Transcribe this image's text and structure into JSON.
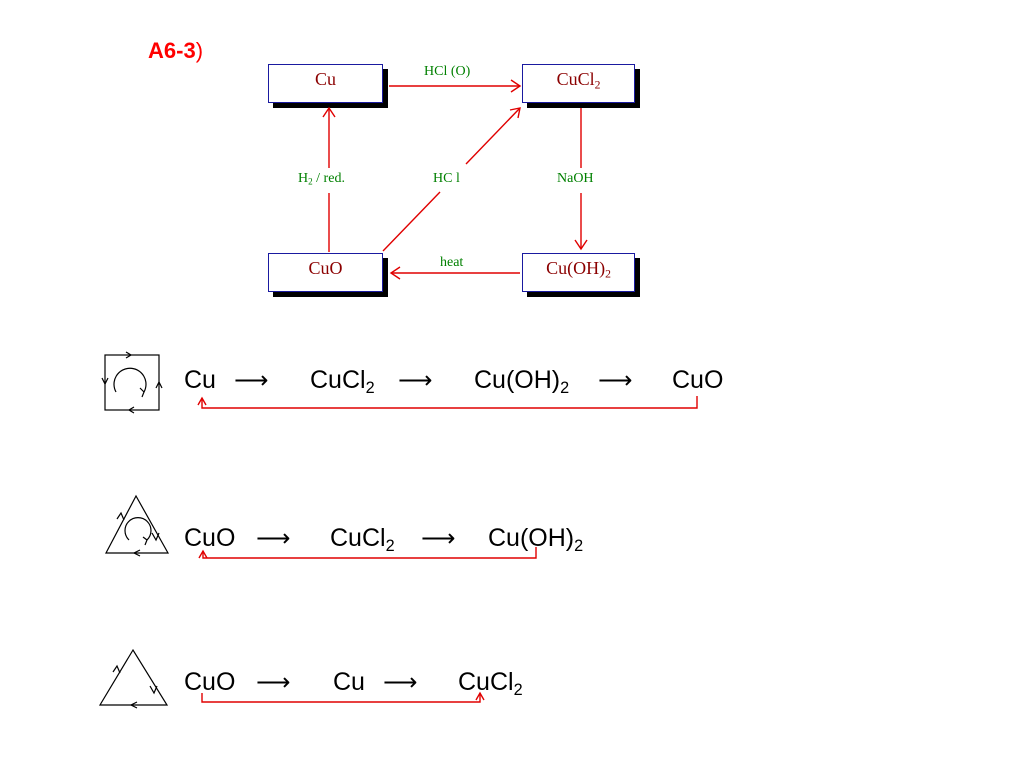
{
  "title": {
    "label": "A6-3",
    "paren": ")"
  },
  "scheme": {
    "box_cu": "Cu",
    "box_cucl2": {
      "main": "CuCl",
      "sub": "2"
    },
    "box_cuo": "CuO",
    "box_cuoh2": {
      "main": "Cu(OH)",
      "sub": "2"
    },
    "label_hcl_o": "HCl (O)",
    "label_h2": {
      "h": "H",
      "sub": "2",
      "rest": " / red."
    },
    "label_hcl": "HC l",
    "label_naoh": "NaOH",
    "label_heat": "heat"
  },
  "reactions": [
    {
      "s1": "Cu",
      "s2": "CuCl",
      "s2sub": "2",
      "s3": "Cu(OH)",
      "s3sub": "2",
      "s4": "CuO"
    },
    {
      "s1": "CuO",
      "s2": "CuCl",
      "s2sub": "2",
      "s3": "Cu(OH)",
      "s3sub": "2"
    },
    {
      "s1": "CuO",
      "s2": "Cu",
      "s3": "CuCl",
      "s3sub": "2"
    }
  ],
  "arrow_glyph": "⟶",
  "colors": {
    "title": "#ff0000",
    "box_text": "#8b0000",
    "box_border": "#1a1aa0",
    "reagent": "#008000",
    "connector": "#e00000"
  }
}
